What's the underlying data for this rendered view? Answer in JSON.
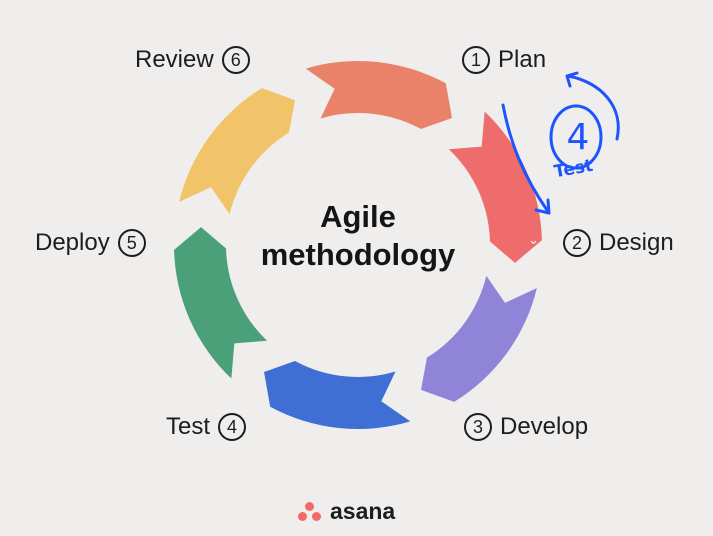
{
  "diagram": {
    "title": {
      "line1": "Agile",
      "line2": "methodology"
    },
    "steps": [
      {
        "id": "plan",
        "number": "1",
        "label": "Plan",
        "color": "#f2c46a"
      },
      {
        "id": "design",
        "number": "2",
        "label": "Design",
        "color": "#e98269"
      },
      {
        "id": "develop",
        "number": "3",
        "label": "Develop",
        "color": "#ef6c6d"
      },
      {
        "id": "test",
        "number": "4",
        "label": "Test",
        "color": "#9084d9"
      },
      {
        "id": "deploy",
        "number": "5",
        "label": "Deploy",
        "color": "#3f6fd5"
      },
      {
        "id": "review",
        "number": "6",
        "label": "Review",
        "color": "#4aa079"
      }
    ],
    "annotation": {
      "number": "4",
      "label": "Test",
      "color": "#1d54ff"
    },
    "brand": {
      "name": "asana",
      "icon": "asana-logo-icon",
      "color": "#f06a6a"
    }
  }
}
